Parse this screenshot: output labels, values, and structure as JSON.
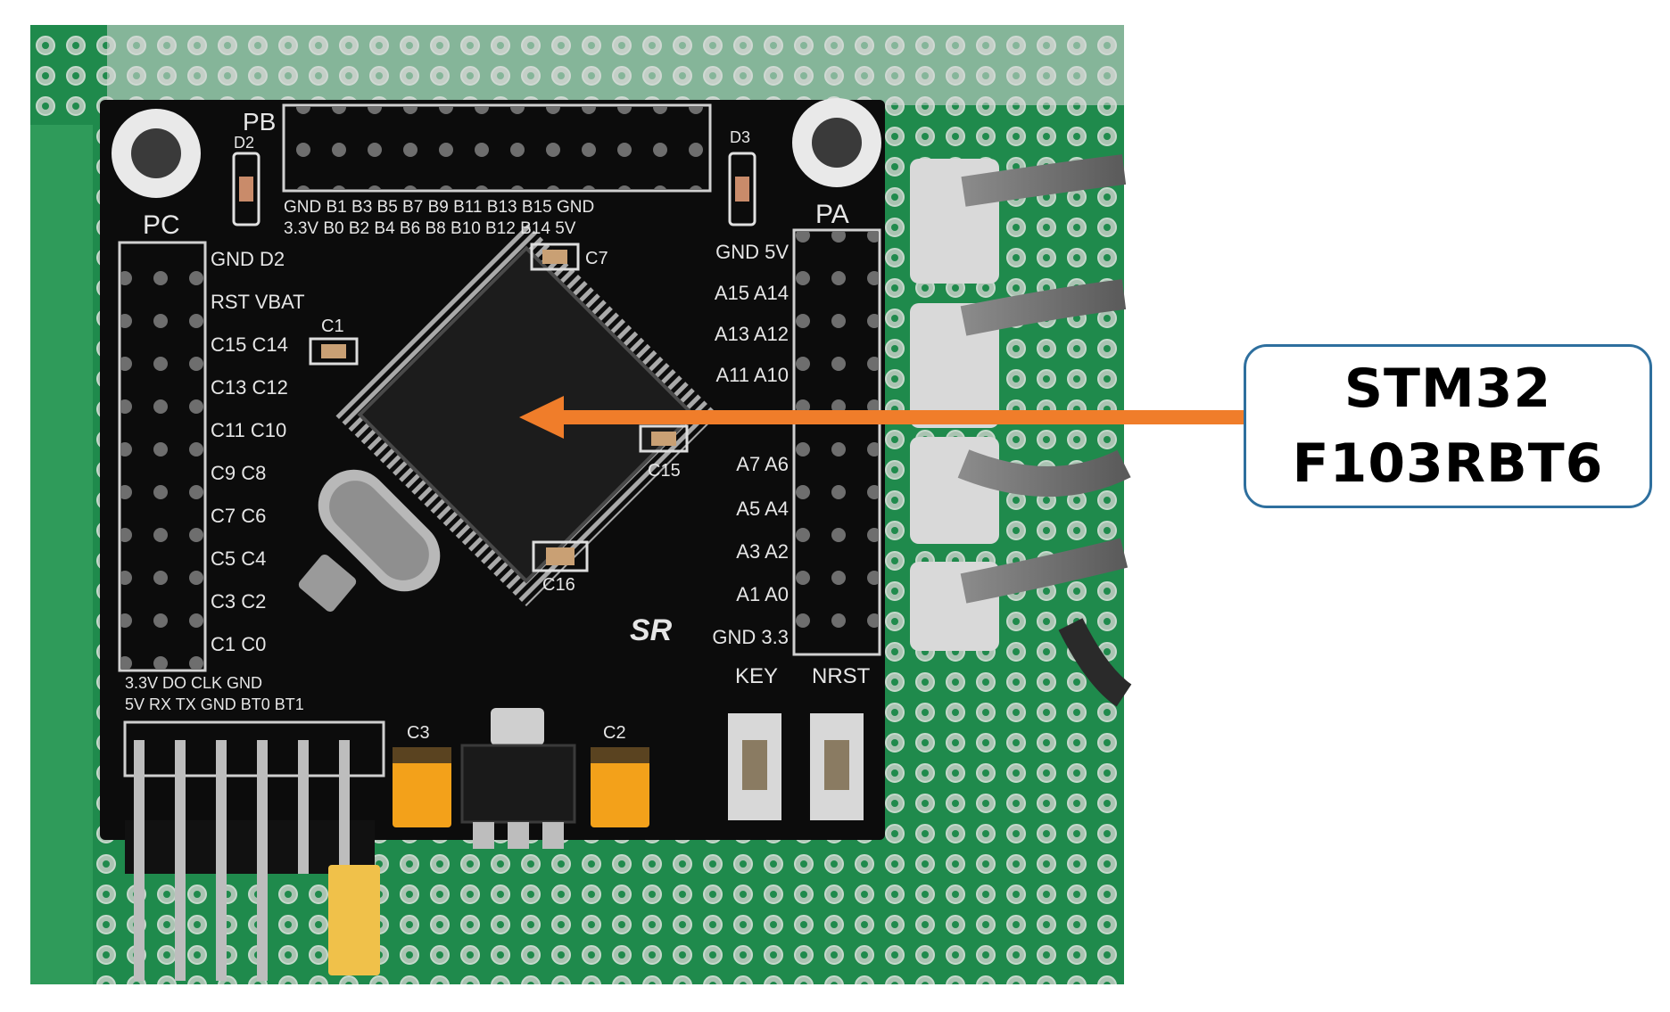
{
  "callout": {
    "line1": "STM32",
    "line2": "F103RBT6"
  },
  "board_labels": {
    "pb": "PB",
    "pc": "PC",
    "pa": "PA",
    "d2": "D2",
    "d3": "D3",
    "c1": "C1",
    "c7": "C7",
    "c15": "C15",
    "c16": "C16",
    "c2": "C2",
    "c3": "C3",
    "key": "KEY",
    "nrst": "NRST",
    "sr": "SR",
    "pb_top": "GND B1 B3 B5 B7 B9 B11 B13 B15 GND",
    "pb_bottom": "3.3V B0 B2 B4 B6 B8 B10 B12 B14 5V",
    "pc_rows": [
      "GND D2",
      "RST VBAT",
      "C15 C14",
      "C13 C12",
      "C11 C10",
      "C9 C8",
      "C7 C6",
      "C5 C4",
      "C3 C2",
      "C1 C0"
    ],
    "pa_rows": [
      "GND 5V",
      "A15 A14",
      "A13 A12",
      "A11 A10",
      "A7 A6",
      "A5 A4",
      "A3 A2",
      "A1 A0",
      "GND 3.3"
    ],
    "header_top": "3.3V DO CLK GND",
    "header_bottom": "5V RX TX GND BT0 BT1"
  },
  "colors": {
    "pcb_green": "#1f8a4c",
    "board_black": "#0c0c0c",
    "arrow": "#f07d2a",
    "callout_border": "#2e6f9e"
  }
}
